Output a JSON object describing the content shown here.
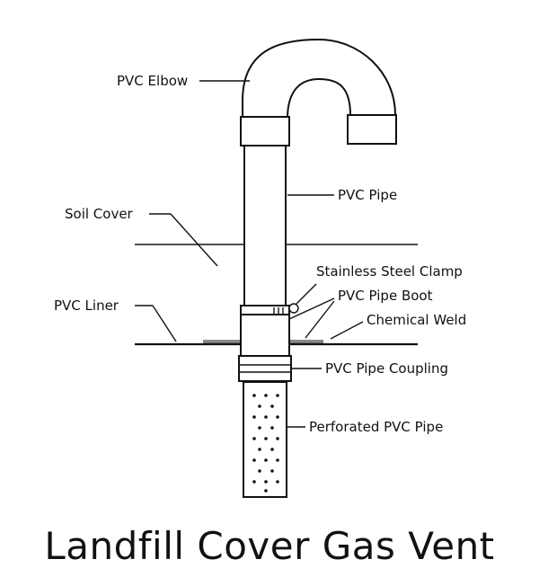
{
  "title": "Landfill Cover Gas Vent",
  "labels": {
    "pvc_elbow": "PVC Elbow",
    "soil_cover": "Soil Cover",
    "pvc_pipe": "PVC Pipe",
    "stainless_steel_clamp": "Stainless Steel Clamp",
    "pvc_pipe_boot": "PVC Pipe Boot",
    "pvc_liner": "PVC Liner",
    "chemical_weld": "Chemical Weld",
    "pvc_pipe_coupling": "PVC Pipe Coupling",
    "perforated_pvc_pipe": "Perforated PVC Pipe"
  }
}
